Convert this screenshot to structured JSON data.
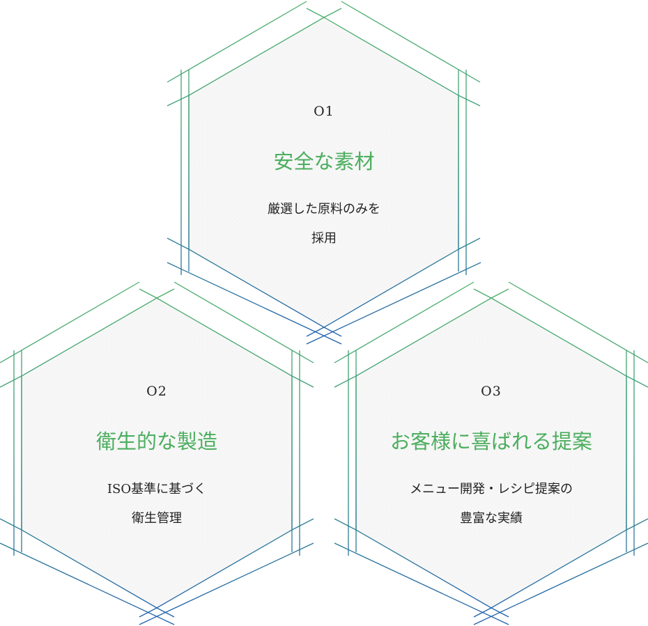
{
  "colors": {
    "accent_green": "#4cae5f",
    "line_top": "#4caf6a",
    "line_bottom": "#1f5fae",
    "text": "#222222",
    "hex_fill": "#f6f6f6"
  },
  "features": [
    {
      "number": "O1",
      "title": "安全な素材",
      "description_line1": "厳選した原料のみを",
      "description_line2": "採用"
    },
    {
      "number": "O2",
      "title": "衛生的な製造",
      "description_line1": "ISO基準に基づく",
      "description_line2": "衛生管理"
    },
    {
      "number": "O3",
      "title": "お客様に喜ばれる提案",
      "description_line1": "メニュー開発・レシピ提案の",
      "description_line2": "豊富な実績"
    }
  ]
}
